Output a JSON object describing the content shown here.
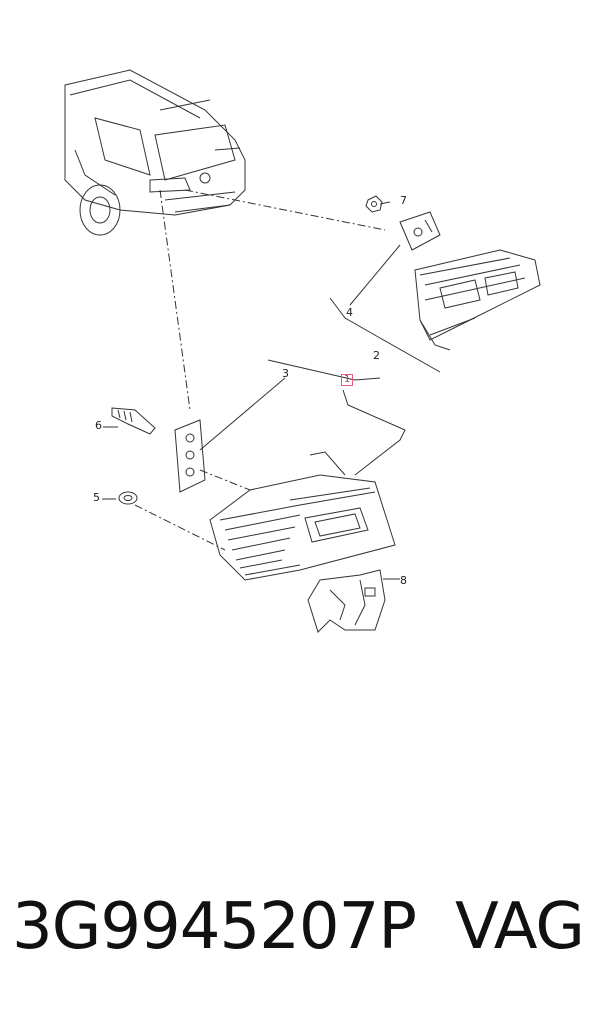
{
  "callouts": {
    "c1": "1",
    "c2": "2",
    "c3": "3",
    "c4": "4",
    "c5": "5",
    "c6": "6",
    "c7": "7",
    "c8": "8"
  },
  "footer": {
    "part_number": "3G9945207P",
    "brand": "VAG"
  },
  "colors": {
    "line": "#333333",
    "highlight": "#e05a7a"
  }
}
